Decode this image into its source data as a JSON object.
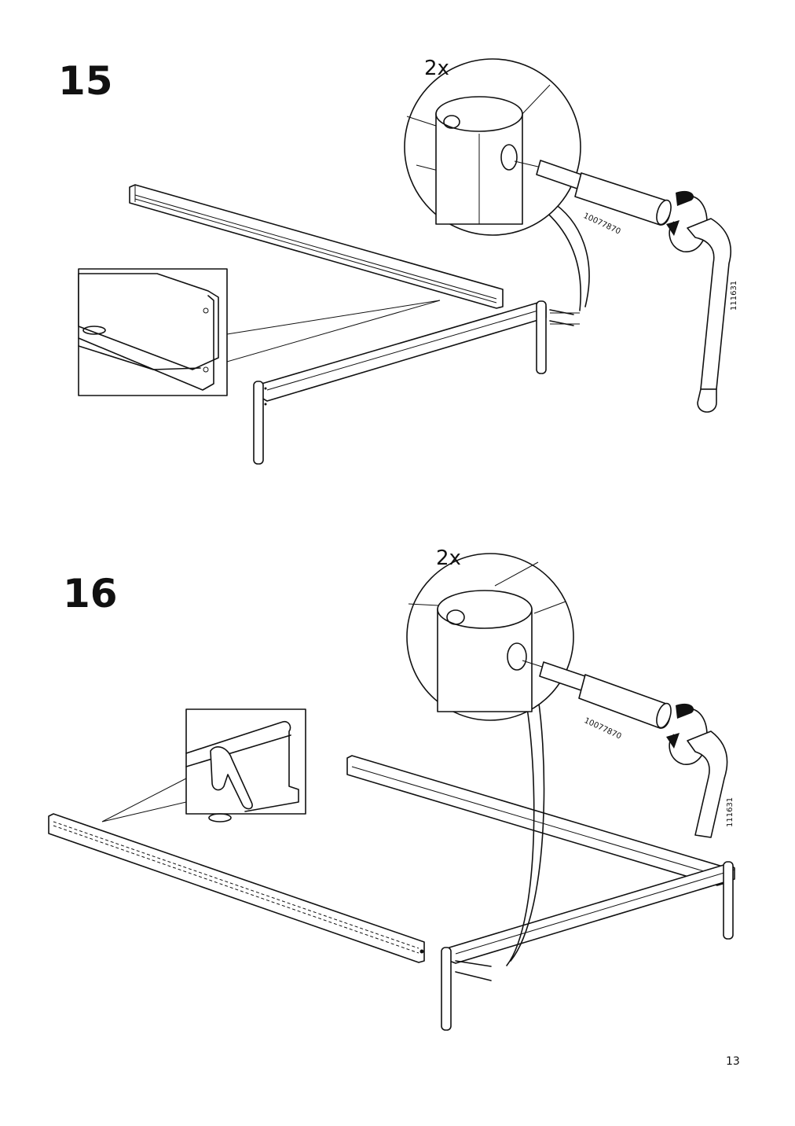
{
  "steps": [
    {
      "number": "15",
      "quantity": "2x",
      "part_bolt": "10077870",
      "part_key": "111631"
    },
    {
      "number": "16",
      "quantity": "2x",
      "part_bolt": "10077870",
      "part_key": "111631"
    }
  ],
  "page_number": "13",
  "icons": [
    "allen-key-icon",
    "bolt-icon",
    "rotate-arrow-icon",
    "hand-pointing-icon"
  ]
}
